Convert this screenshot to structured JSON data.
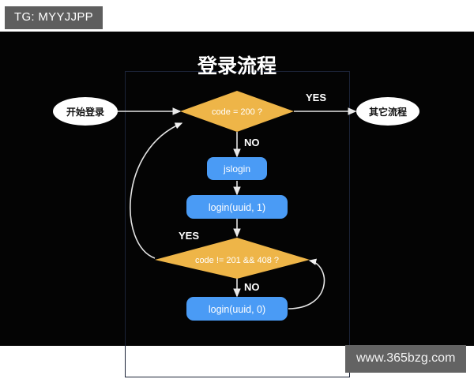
{
  "overlays": {
    "tg_badge": "TG: MYYJJPP",
    "site_watermark": "www.365bzg.com"
  },
  "figure": {
    "title": "登录流程",
    "background_color": "#040404",
    "frame_color": "#1b2337",
    "colors": {
      "decision": "#eeb548",
      "process": "#4a9bf5",
      "terminator": "#ffffff",
      "edge": "#ffffff",
      "title_text": "#ffffff",
      "edge_label_text": "#ffffff"
    },
    "nodes": {
      "start": "开始登录",
      "other_flow": "其它流程",
      "decision_code_200": "code = 200 ?",
      "jslogin": "jslogin",
      "login_uuid_1": "login(uuid, 1)",
      "decision_code_201_408": "code != 201 && 408 ?",
      "login_uuid_0": "login(uuid, 0)"
    },
    "edge_labels": {
      "yes_top": "YES",
      "no_top": "NO",
      "yes_bottom": "YES",
      "no_bottom": "NO"
    }
  }
}
